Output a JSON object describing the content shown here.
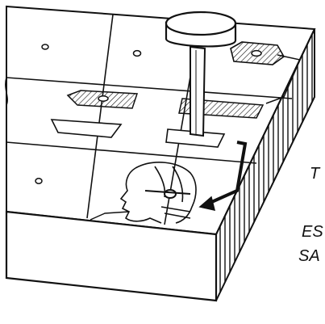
{
  "labels": {
    "line1": "T",
    "line2": "ES",
    "line3": "SA"
  },
  "colors": {
    "ink": "#111111",
    "paper": "#ffffff"
  },
  "icons": [
    "punch-press",
    "profile-head-image",
    "part-outline",
    "arrow"
  ]
}
